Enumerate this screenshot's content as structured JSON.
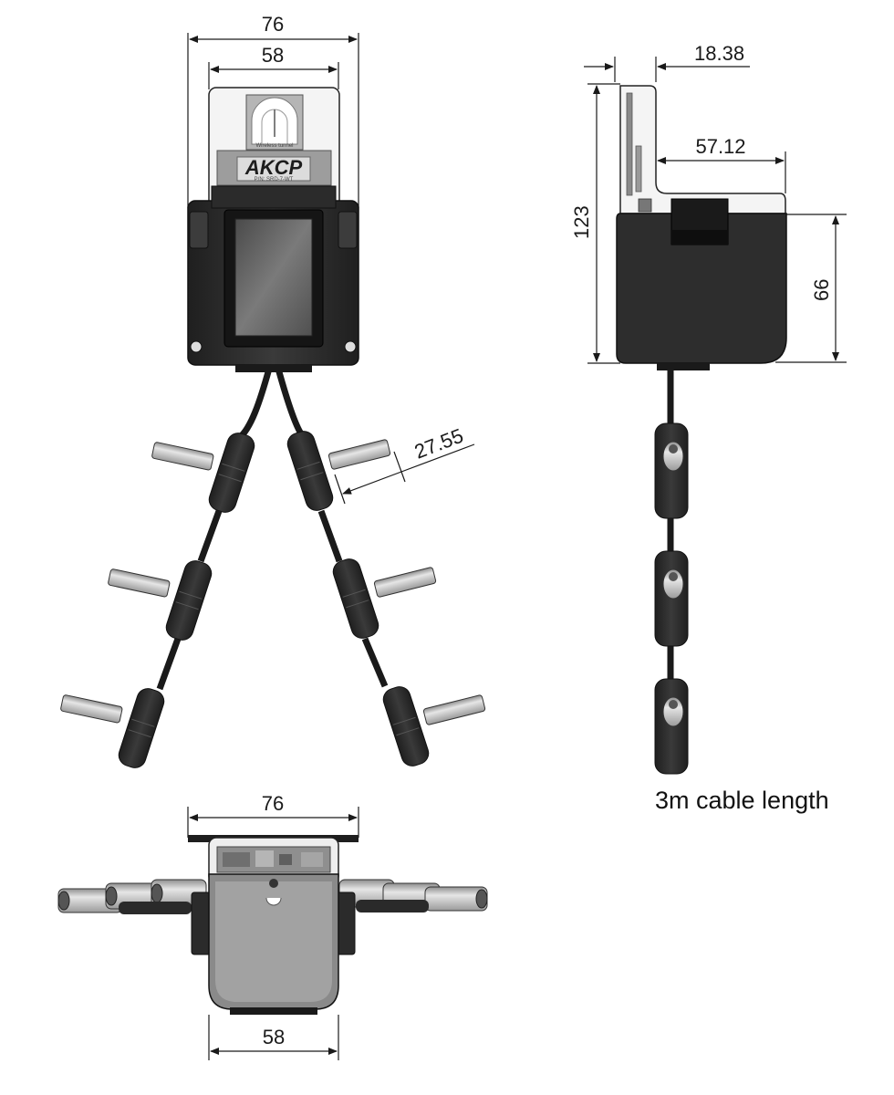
{
  "front_view": {
    "dim_top_outer": "76",
    "dim_top_inner": "58",
    "dim_sensor_spacing": "27.55",
    "logo_text": "AKCP",
    "label_wireless": "Wireless tunnel",
    "label_part": "P/N: SRD-7-WT"
  },
  "side_view": {
    "dim_depth_top": "18.38",
    "dim_depth_body": "57.12",
    "dim_height_total": "123",
    "dim_height_body": "66",
    "cable_caption": "3m cable length"
  },
  "bottom_view": {
    "dim_top": "76",
    "dim_bottom": "58"
  },
  "colors": {
    "body_dark": "#2a2a2a",
    "window_gray": "#5e5e5e",
    "probe_light": "#c9c9c9",
    "line": "#1a1a1a"
  }
}
